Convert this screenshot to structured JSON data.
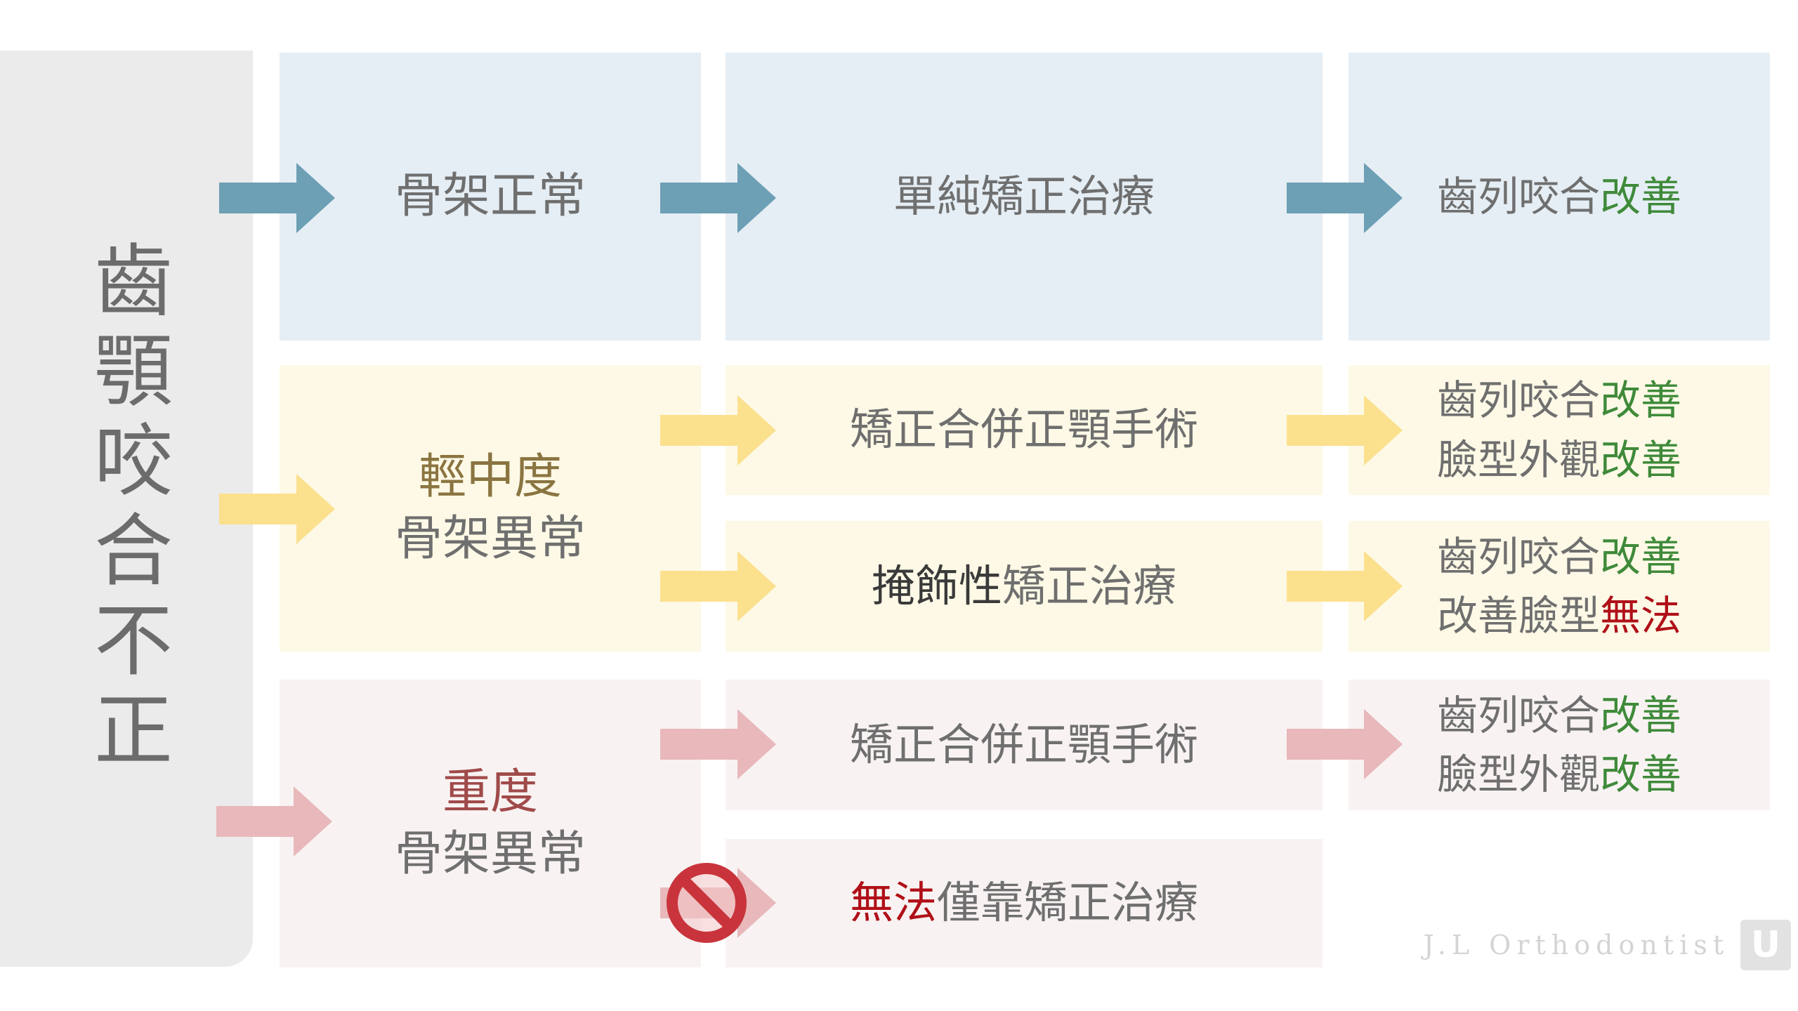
{
  "left_title": "齒顎咬合不正",
  "rows": {
    "normal": {
      "category": "骨架正常",
      "treatment": "單純矯正治療",
      "result": [
        {
          "plain": "齒列咬合",
          "highlight": "改善",
          "highlight_color": "#3f8a3a"
        }
      ]
    },
    "moderate": {
      "category_line1": "輕中度",
      "category_line2": "骨架異常",
      "treatment_a": "矯正合併正顎手術",
      "result_a": [
        {
          "plain": "齒列咬合",
          "highlight": "改善",
          "highlight_color": "#3f8a3a"
        },
        {
          "plain": "臉型外觀",
          "highlight": "改善",
          "highlight_color": "#3f8a3a"
        }
      ],
      "treatment_b_bold": "掩飾性",
      "treatment_b_rest": "矯正治療",
      "result_b": [
        {
          "plain": "齒列咬合",
          "highlight": "改善",
          "highlight_color": "#3f8a3a"
        },
        {
          "plain": "改善臉型",
          "highlight": "無法",
          "highlight_color": "#b01018"
        }
      ]
    },
    "severe": {
      "category_line1": "重度",
      "category_line2": "骨架異常",
      "treatment_a": "矯正合併正顎手術",
      "result_a": [
        {
          "plain": "齒列咬合",
          "highlight": "改善",
          "highlight_color": "#3f8a3a"
        },
        {
          "plain": "臉型外觀",
          "highlight": "改善",
          "highlight_color": "#3f8a3a"
        }
      ],
      "treatment_b_highlight": "無法",
      "treatment_b_rest": "僅靠矯正治療"
    }
  },
  "colors": {
    "arrow_blue": "#6d9fb5",
    "arrow_yellow": "#fbe08e",
    "arrow_pink": "#e8b8bb",
    "prohibit_red": "#c9343c"
  },
  "watermark": "J.L Orthodontist",
  "logo_glyph": "U"
}
